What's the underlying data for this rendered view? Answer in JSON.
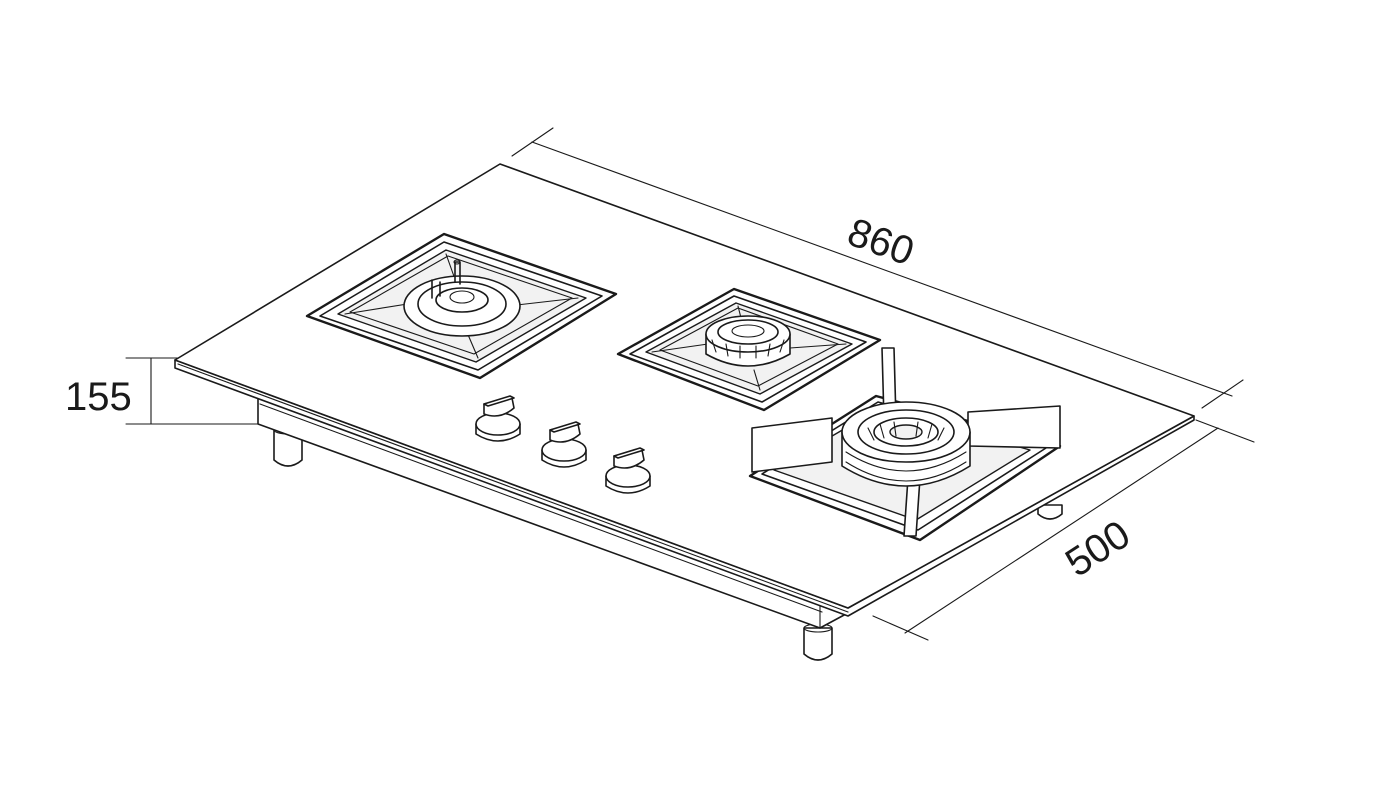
{
  "dimensions": {
    "length": "860",
    "depth": "500",
    "height": "155"
  },
  "colors": {
    "line": "#1a1a1a",
    "background": "#ffffff"
  }
}
